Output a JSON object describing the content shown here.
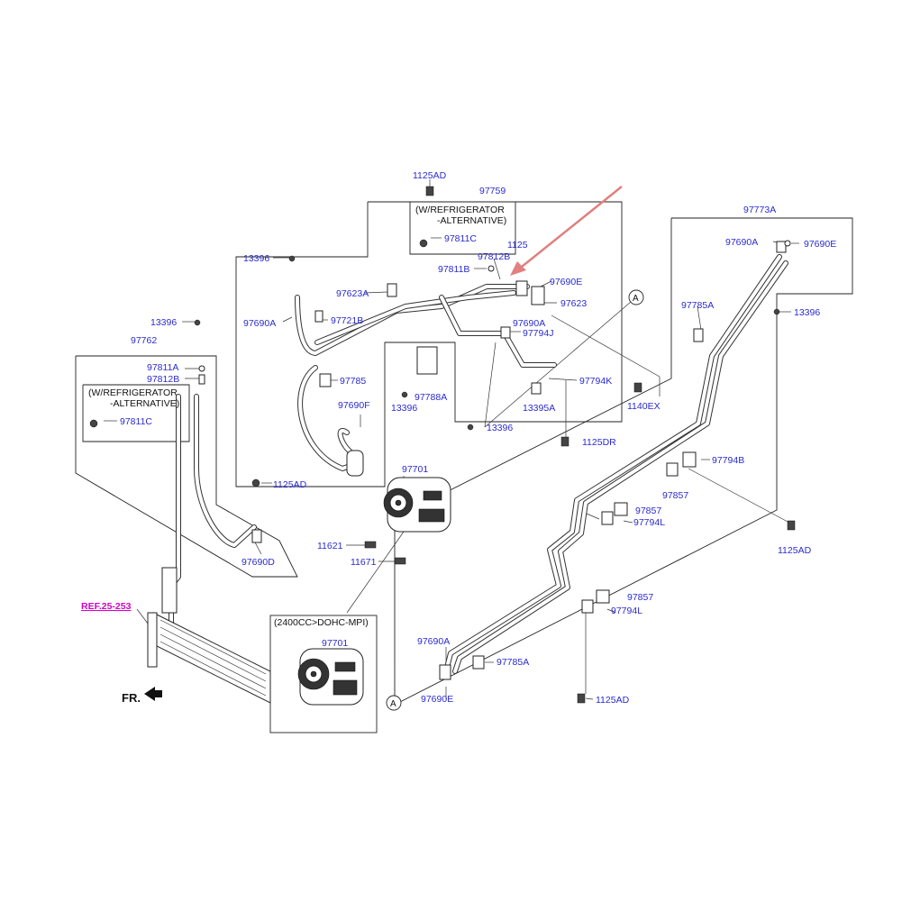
{
  "colors": {
    "part_label": "#2a2ad0",
    "ref_label": "#d400c8",
    "arrow": "#e08080",
    "line": "#222222"
  },
  "labels": {
    "p1125ad_top": "1125AD",
    "p97759": "97759",
    "refrig_top_1": "(W/REFRIGERATOR",
    "refrig_top_2": "-ALTERNATIVE)",
    "p97811c_top": "97811C",
    "p1125_partial": "1125",
    "p97812b_top": "97812B",
    "p97811b": "97811B",
    "p97690e_mid": "97690E",
    "p13396_a": "13396",
    "p97623a": "97623A",
    "p97623": "97623",
    "p97690a_left": "97690A",
    "p97721b": "97721B",
    "p97690a_mid": "97690A",
    "p97794j": "97794J",
    "p13396_b": "13396",
    "p97762": "97762",
    "p97785": "97785",
    "p97811a": "97811A",
    "p97812b_left": "97812B",
    "refrig_left_1": "(W/REFRIGERATOR",
    "refrig_left_2": "-ALTERNATIVE)",
    "p97811c_left": "97811C",
    "p97788a": "97788A",
    "p13396_c": "13396",
    "p97794k": "97794K",
    "p13395a": "13395A",
    "p1140ex": "1140EX",
    "p97690f": "97690F",
    "p13396_d": "13396",
    "p1125dr": "1125DR",
    "p97773a": "97773A",
    "p97690a_right": "97690A",
    "p97690e_right": "97690E",
    "p97785a_right": "97785A",
    "p13396_right": "13396",
    "p97794b": "97794B",
    "p97857_a": "97857",
    "p97857_b": "97857",
    "p97794l_a": "97794L",
    "p1125ad_right": "1125AD",
    "p1125ad_left": "1125AD",
    "p97701": "97701",
    "p11621": "11621",
    "p11671": "11671",
    "p97690d": "97690D",
    "p97857_c": "97857",
    "p97794l_b": "97794L",
    "p97690a_bottom": "97690A",
    "p97785a_bottom": "97785A",
    "p97690e_bottom": "97690E",
    "p1125ad_bottom": "1125AD",
    "ref": "REF.25-253",
    "fr": "FR.",
    "variant_box": "(2400CC>DOHC-MPI)",
    "p97701_box": "97701",
    "circle_a": "A"
  }
}
